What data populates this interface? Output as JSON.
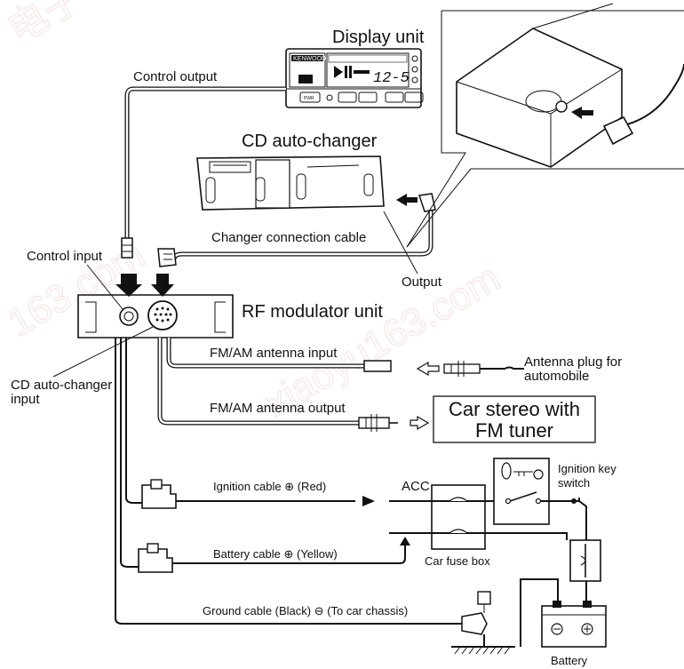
{
  "labels": {
    "display_unit": "Display unit",
    "control_output": "Control output",
    "cd_auto_changer": "CD auto-changer",
    "changer_connection_cable": "Changer connection cable",
    "control_input": "Control input",
    "output": "Output",
    "rf_modulator_unit": "RF modulator unit",
    "cd_auto_changer_input_1": "CD auto-changer",
    "cd_auto_changer_input_2": "input",
    "fm_am_antenna_input": "FM/AM antenna input",
    "antenna_plug_1": "Antenna plug for",
    "antenna_plug_2": "automobile",
    "fm_am_antenna_output": "FM/AM antenna output",
    "car_stereo_1": "Car stereo with",
    "car_stereo_2": "FM tuner",
    "ignition_cable": "Ignition cable ⊕ (Red)",
    "acc": "ACC",
    "ignition_key_1": "Ignition key",
    "ignition_key_2": "switch",
    "battery_cable": "Battery cable ⊕ (Yellow)",
    "car_fuse_box": "Car fuse box",
    "ground_cable": "Ground cable (Black) ⊖ (To car chassis)",
    "battery": "Battery"
  },
  "display_panel": {
    "brand": "KENWOOD",
    "readout": "12-5",
    "pwr_button": "PWR"
  },
  "colors": {
    "line": "#111111",
    "watermark": "#f2c8c8"
  }
}
